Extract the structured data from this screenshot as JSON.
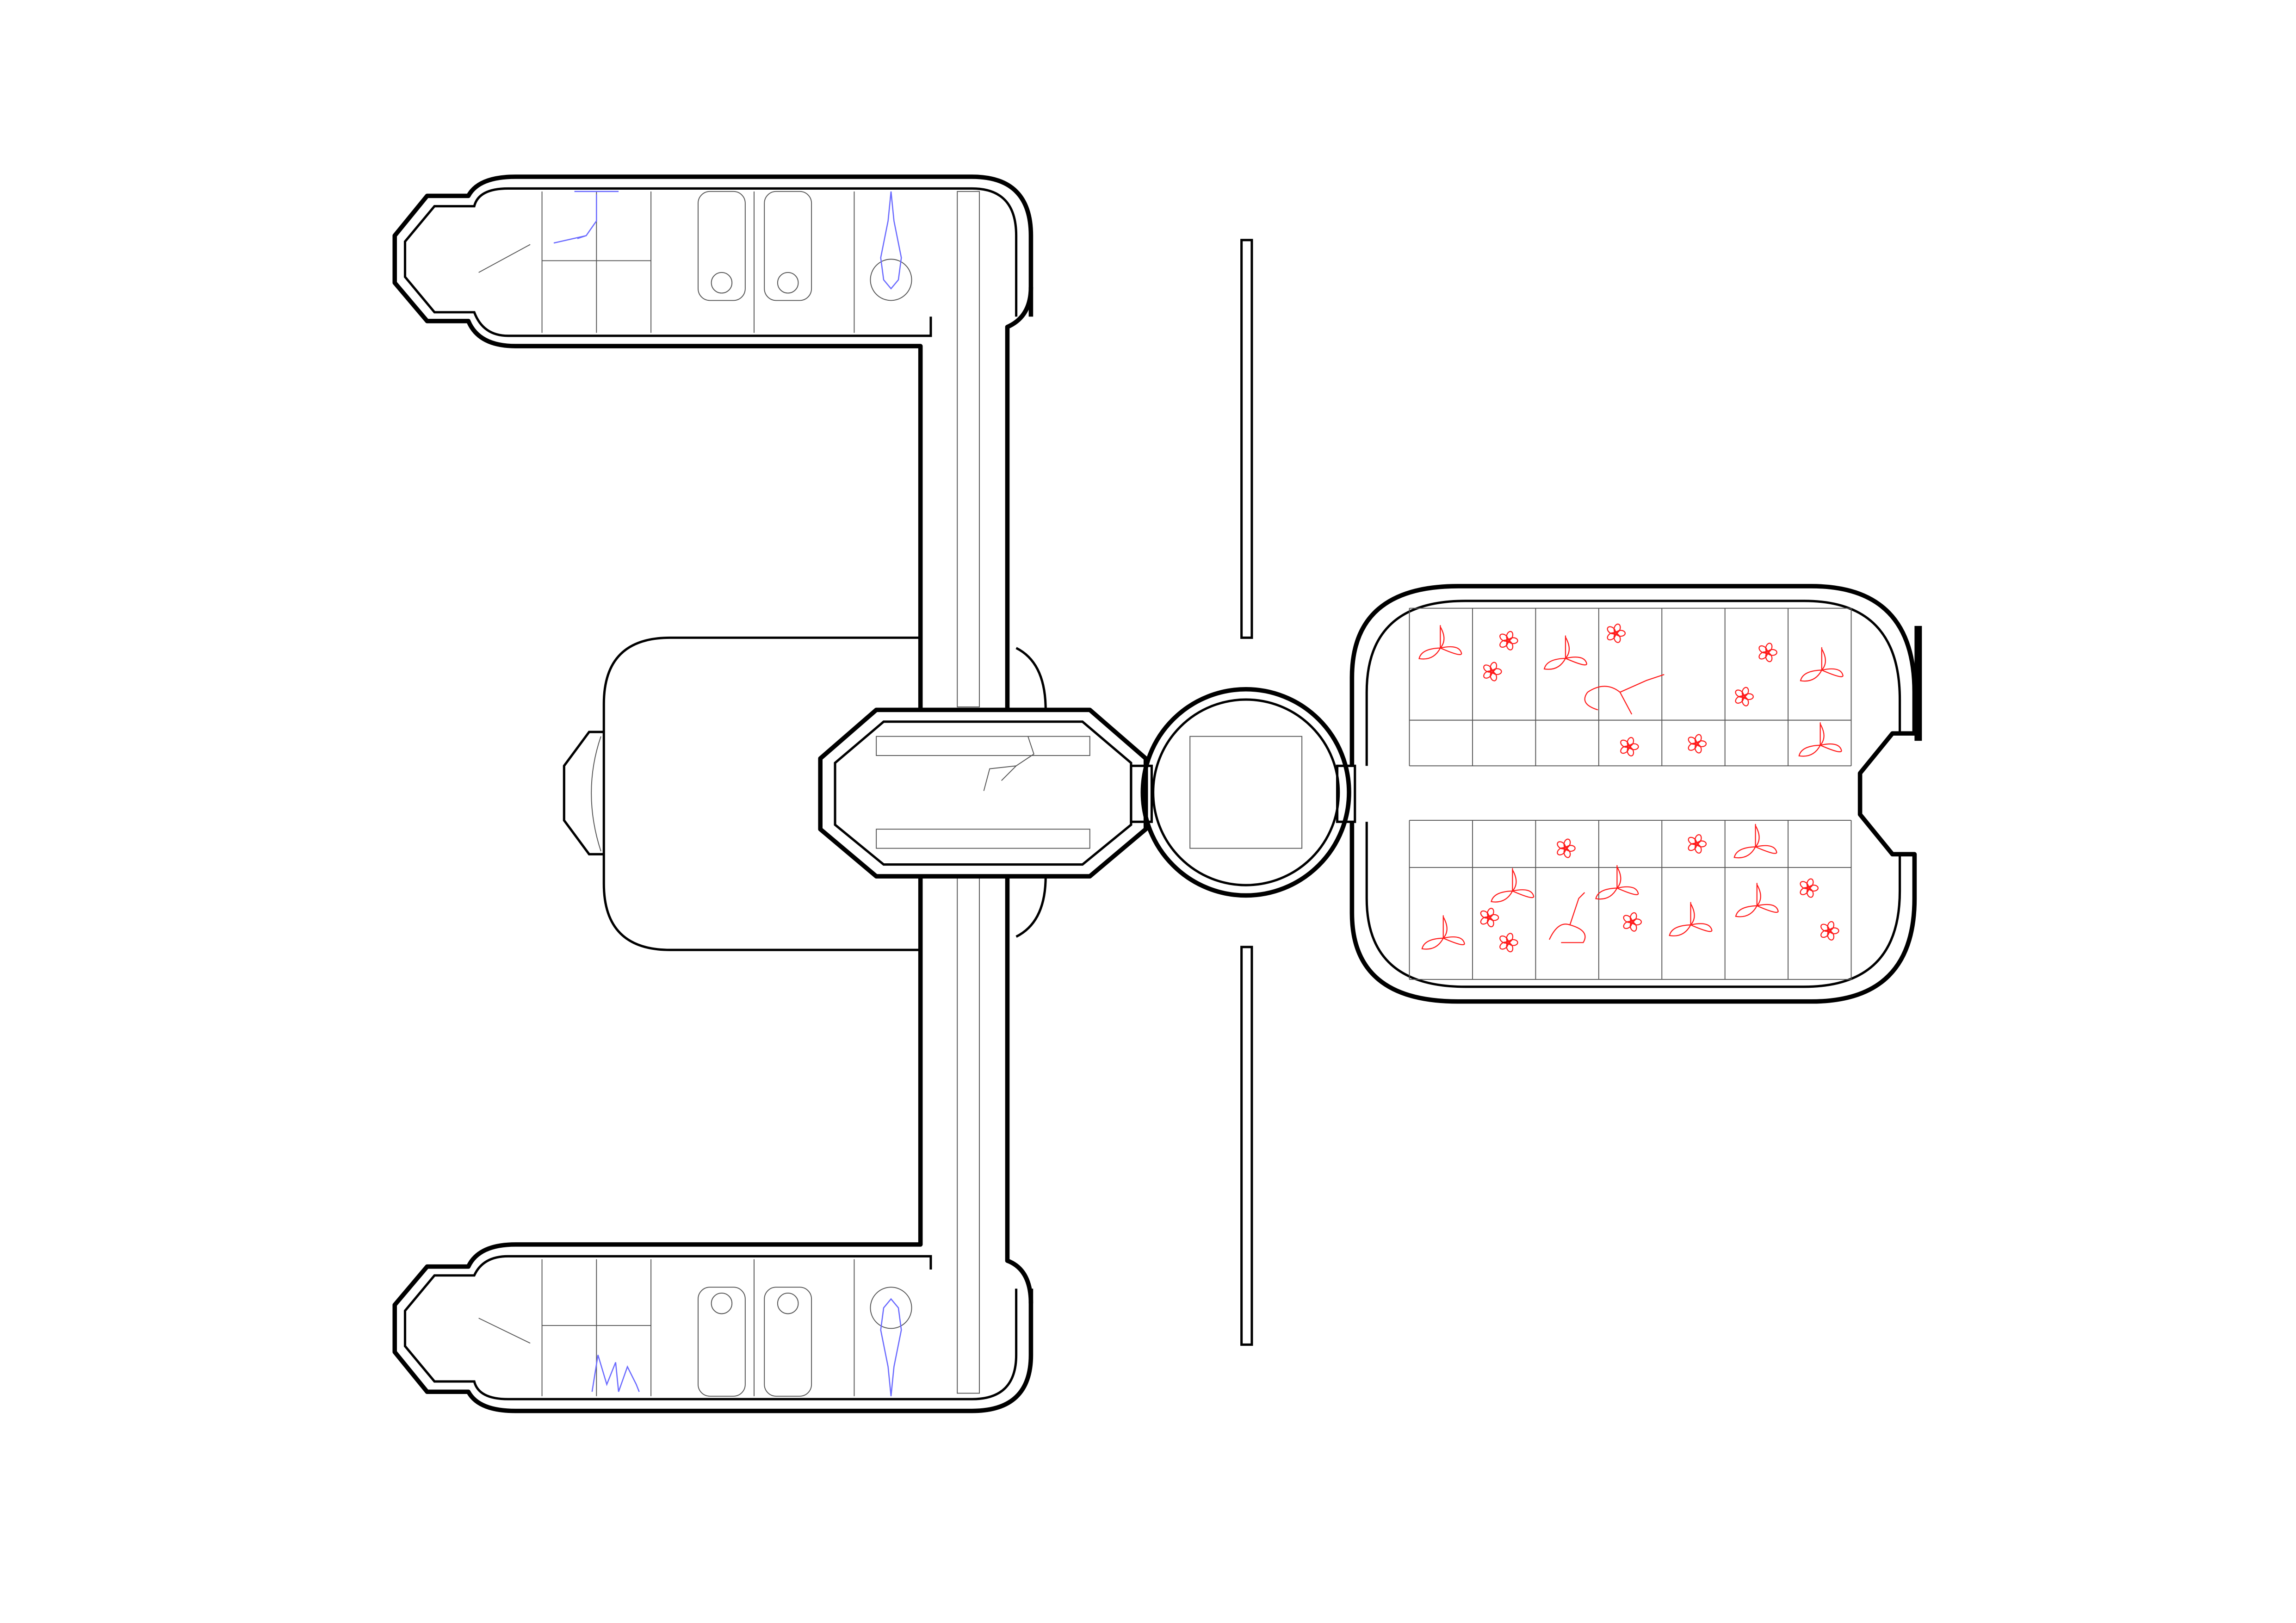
{
  "drawing": {
    "type": "space-station-plan",
    "colors": {
      "walls": "#000000",
      "furniture": "#555555",
      "figures_habitat": "#6a6aff",
      "plants_greenhouse": "#ff1a1a",
      "background": "#ffffff"
    },
    "modules": [
      {
        "id": "top-habitat",
        "icons": [
          "robotic-arm-icon",
          "sleep-pod-icon",
          "sleep-pod-icon",
          "standing-figure-icon",
          "ladder-icon"
        ]
      },
      {
        "id": "bottom-habitat",
        "icons": [
          "plant-icon",
          "sleep-pod-icon",
          "sleep-pod-icon",
          "standing-figure-icon",
          "ladder-icon"
        ]
      },
      {
        "id": "central-node",
        "icons": [
          "seated-figure-icon"
        ]
      },
      {
        "id": "spherical-node",
        "icons": []
      },
      {
        "id": "solar-mast",
        "icons": [
          "solar-panel-icon"
        ]
      },
      {
        "id": "greenhouse",
        "grid_columns": 7,
        "grid_rows_per_bank": 2,
        "icons": [
          "flower-icon",
          "monstera-leaf-icon",
          "floating-figure-icon"
        ]
      }
    ]
  }
}
